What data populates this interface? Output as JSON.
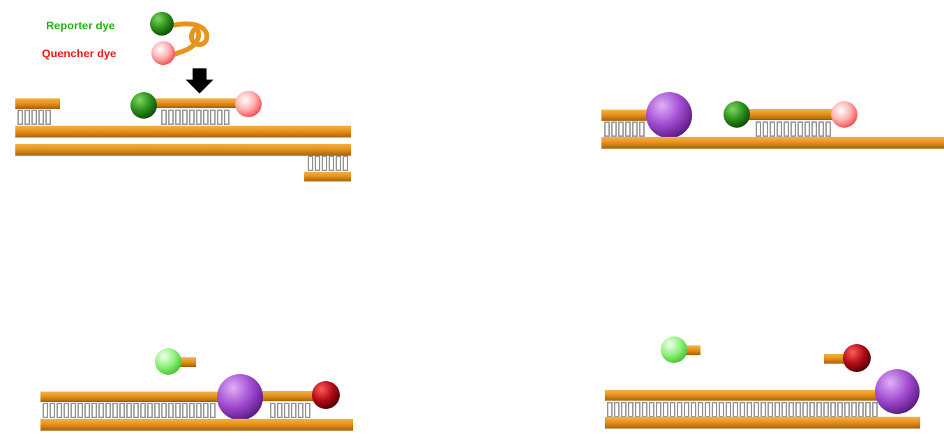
{
  "legend": {
    "reporter_label": "Reporter dye",
    "quencher_label": "Quencher dye"
  },
  "colors": {
    "strand": "#e8941c",
    "strand_dark": "#9a5a08",
    "reporter_text": "#22b514",
    "quencher_text": "#f01818",
    "reporter_dye": "#1e8a14",
    "reporter_dye_free": "#8ef07a",
    "quencher_dye": "#ff9a9a",
    "quencher_dye_free": "#b00a14",
    "polymerase": "#a04ad0",
    "arrow": "#000000"
  },
  "panels": [
    {
      "id": "panel-1",
      "stage": "probe-annealing",
      "shows": [
        "primer",
        "probe-intact",
        "template-double-strand",
        "arrow"
      ]
    },
    {
      "id": "panel-2",
      "stage": "polymerase-extension",
      "shows": [
        "polymerase",
        "probe-intact"
      ]
    },
    {
      "id": "panel-3",
      "stage": "probe-cleavage",
      "shows": [
        "polymerase",
        "reporter-released"
      ]
    },
    {
      "id": "panel-4",
      "stage": "polymerization-complete",
      "shows": [
        "polymerase",
        "reporter-released",
        "quencher-released"
      ]
    }
  ]
}
